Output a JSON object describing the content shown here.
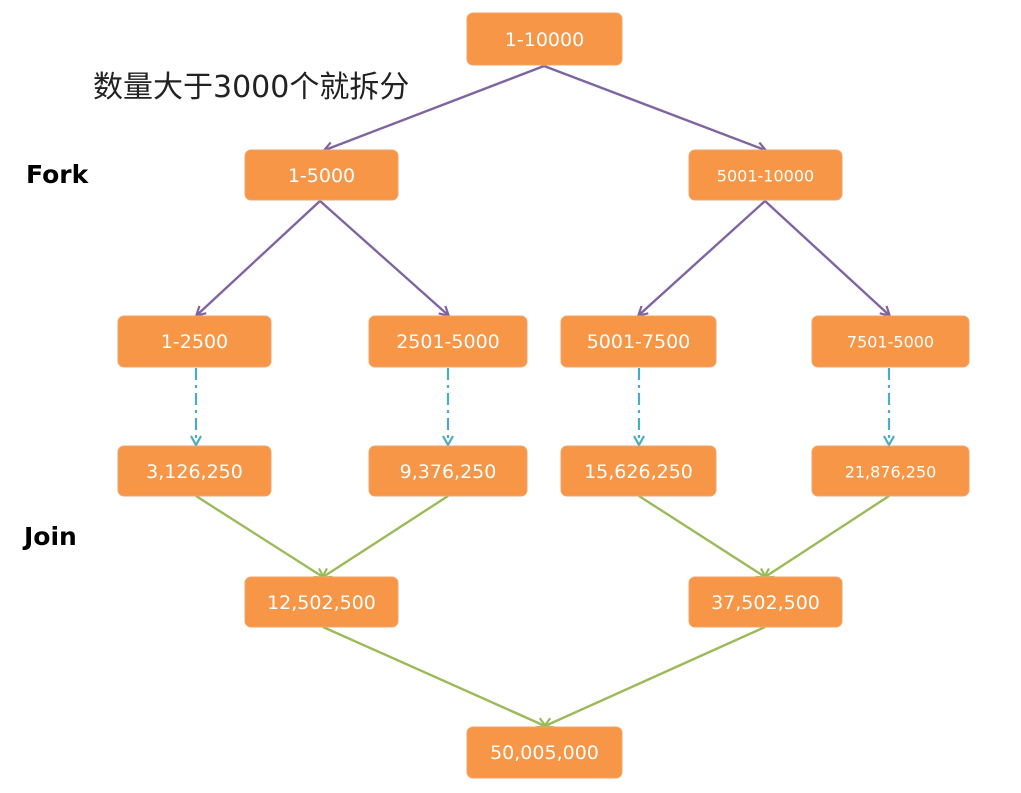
{
  "annotation": "数量大于3000个就拆分",
  "labels": {
    "fork": "Fork",
    "join": "Join"
  },
  "colors": {
    "node": "#f79646",
    "fork_arrow": "#8064a2",
    "compute_arrow": "#4bacc6",
    "join_arrow": "#9bbb59"
  },
  "nodes": {
    "root": "1-10000",
    "half_left": "1-5000",
    "half_right": "5001-10000",
    "q1": "1-2500",
    "q2": "2501-5000",
    "q3": "5001-7500",
    "q4": "7501-5000",
    "sum_q1": "3,126,250",
    "sum_q2": "9,376,250",
    "sum_q3": "15,626,250",
    "sum_q4": "21,876,250",
    "sum_left": "12,502,500",
    "sum_right": "37,502,500",
    "total": "50,005,000"
  }
}
